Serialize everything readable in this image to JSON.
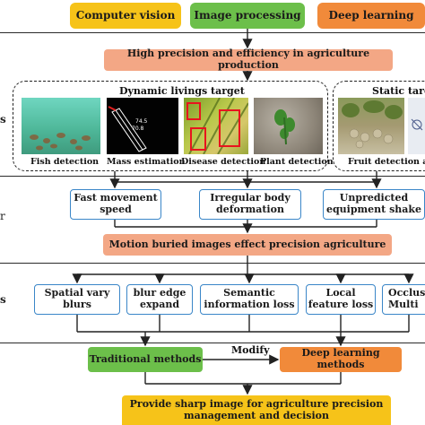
{
  "top": {
    "computer_vision": "Computer vision",
    "image_processing": "Image processing",
    "deep_learning": "Deep learning"
  },
  "goal": "High precision and efficiency in agriculture production",
  "targets": {
    "dynamic_title": "Dynamic livings target",
    "static_title": "Static targ",
    "captions": {
      "fish": "Fish detection",
      "mass": "Mass estimation",
      "disease": "Disease detection",
      "plant": "Plant detection",
      "fruit": "Fruit detection an"
    },
    "mass_numbers": [
      "74.5",
      "70.8"
    ]
  },
  "causes": [
    {
      "line1": "Fast movement",
      "line2": "speed"
    },
    {
      "line1": "Irregular body",
      "line2": "deformation"
    },
    {
      "line1": "Unpredicted",
      "line2": "equipment shake"
    }
  ],
  "problem": "Motion buried images effect precision agriculture",
  "effects": [
    {
      "line1": "Spatial vary",
      "line2": "blurs"
    },
    {
      "line1": "blur edge",
      "line2": "expand"
    },
    {
      "line1": "Semantic",
      "line2": "information loss"
    },
    {
      "line1": "Local",
      "line2": "feature loss"
    },
    {
      "line1": "Occlus",
      "line2": "Multi"
    }
  ],
  "methods": {
    "traditional": "Traditional methods",
    "modify": "Modify",
    "deep": "Deep learning methods"
  },
  "result": {
    "line1": "Provide sharp image for agriculture precision",
    "line2": "management and decision"
  },
  "side_labels": [
    "s",
    "r",
    "s"
  ],
  "colors": {
    "yellow": "#f6c319",
    "green": "#6cbf4a",
    "orange": "#f18a3a",
    "salmon": "#f3a785",
    "blue_border": "#3a86c8",
    "light_yellow": "#f8d37a"
  }
}
